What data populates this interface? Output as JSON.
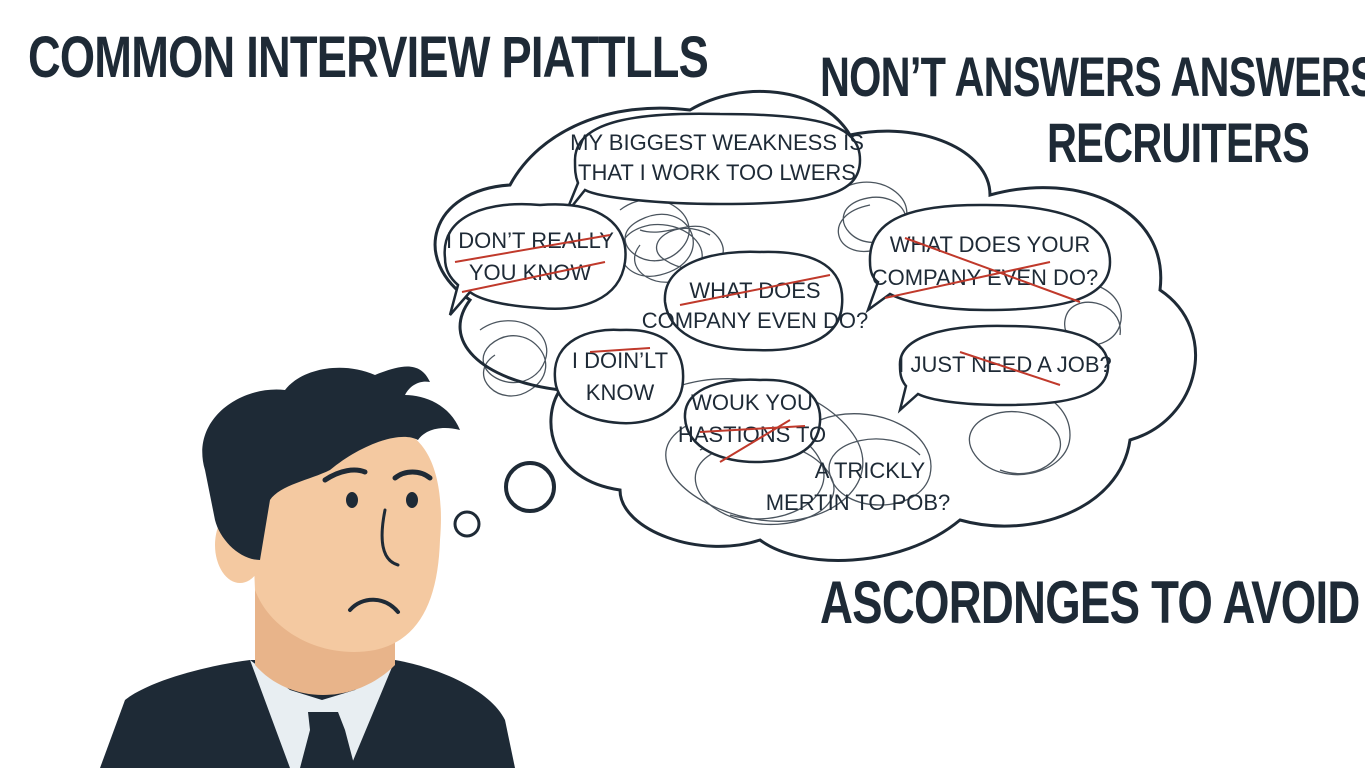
{
  "titles": {
    "main": "COMMON INTERVIEW PIATTLLS",
    "right_line1": "NON’T ANSWERS ANSWERS",
    "right_line2": "RECRUITERS",
    "bottom": "ASCORDNGES TO AVOID"
  },
  "bubbles": {
    "weakness": [
      "MY BIGGEST WEAKNESS IS",
      "THAT I WORK TOO LWERS"
    ],
    "dont_really": [
      "I DON’T REALLY",
      "YOU KNOW"
    ],
    "what_does_center": [
      "WHAT DOES",
      "COMPANY EVEN DO?"
    ],
    "what_does_right": [
      "WHAT DOES YOUR",
      "COMPANY EVEN DO?"
    ],
    "dont_know": [
      "I DOIN’LT",
      "KNOW"
    ],
    "just_need_job": [
      "I JUST NEED A JOB?"
    ],
    "wouk_you": [
      "WOUK YOU",
      "HASTIONS TO"
    ],
    "trickly": [
      "A TRICKLY",
      "MERTIN TO POB?"
    ]
  },
  "colors": {
    "ink": "#1e2a36",
    "strike": "#c0392b",
    "skin": "#f4c9a1",
    "hair": "#1e2a36",
    "suit": "#1e2a36",
    "shirt": "#e8eef2",
    "tie": "#1e2a36"
  }
}
